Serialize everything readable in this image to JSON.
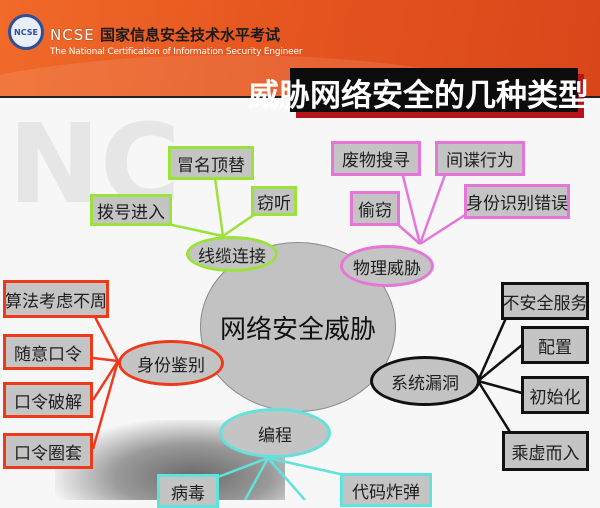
{
  "header": {
    "logo_text": "NCSE",
    "org_prefix": "NCSE",
    "org_name_cn": "国家信息安全技术水平考试",
    "org_name_en": "The National Certification of Information Security Engineer",
    "title": "威胁网络安全的几种类型",
    "colors": {
      "band": "#e6561f",
      "title_bg": "#0c0c0c",
      "title_shadow": "#b5151a"
    }
  },
  "watermark": "NC",
  "diagram": {
    "center": "网络安全威胁",
    "branches": [
      {
        "label": "线缆连接",
        "color": "#9be33a",
        "children": [
          "冒名顶替",
          "拨号进入",
          "窃听"
        ]
      },
      {
        "label": "物理威胁",
        "color": "#e675d9",
        "children": [
          "废物搜寻",
          "间谍行为",
          "偷窃",
          "身份识别错误"
        ]
      },
      {
        "label": "身份鉴别",
        "color": "#ee3a1a",
        "children": [
          "算法考虑不周",
          "随意口令",
          "口令破解",
          "口令圈套"
        ]
      },
      {
        "label": "系统漏洞",
        "color": "#111111",
        "children": [
          "不安全服务",
          "配置",
          "初始化",
          "乘虚而入"
        ]
      },
      {
        "label": "编程",
        "color": "#5fe3dc",
        "children": [
          "病毒",
          "代码炸弹"
        ]
      }
    ]
  }
}
